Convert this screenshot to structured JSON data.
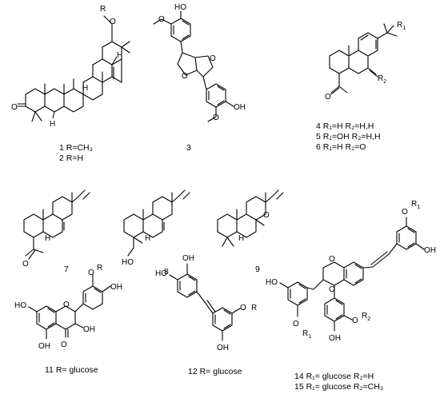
{
  "atoms": {
    "R": "R",
    "O": "O",
    "H": "H",
    "HO": "HO",
    "OH": "OH",
    "R1": "R",
    "R2": "R",
    "sub1": "1",
    "sub2": "2"
  },
  "compounds": [
    {
      "id": "c1",
      "line1": "1 R=CH",
      "line1_sub": "3",
      "line2": "2 R=H"
    },
    {
      "id": "c3",
      "line1": "3"
    },
    {
      "id": "c4",
      "line1": "4 R",
      "line2": "5 R",
      "line3": "6 R"
    },
    {
      "id": "c7",
      "line1": "7"
    },
    {
      "id": "c8",
      "line1": "8"
    },
    {
      "id": "c9",
      "line1": "9"
    },
    {
      "id": "c11",
      "line1": "11 R= glucose"
    },
    {
      "id": "c12",
      "line1": "12 R= glucose"
    },
    {
      "id": "c14",
      "line1": "14 R",
      "line2": "15 R"
    }
  ],
  "labels": {
    "c4": [
      "4 R₁=H R₂=H,H",
      "5 R₁=OH R₂=H,H",
      "6 R₁=H R₂=O"
    ],
    "c14": [
      "14 R₁= glucose R₂=H",
      "15 R₁= glucose R₂=CH₃"
    ],
    "c1": [
      "1 R=CH₃",
      "2 R=H"
    ],
    "c3": "3",
    "c7": "7",
    "c8": "8",
    "c9": "9",
    "c11": "11 R= glucose",
    "c12": "12 R= glucose"
  }
}
